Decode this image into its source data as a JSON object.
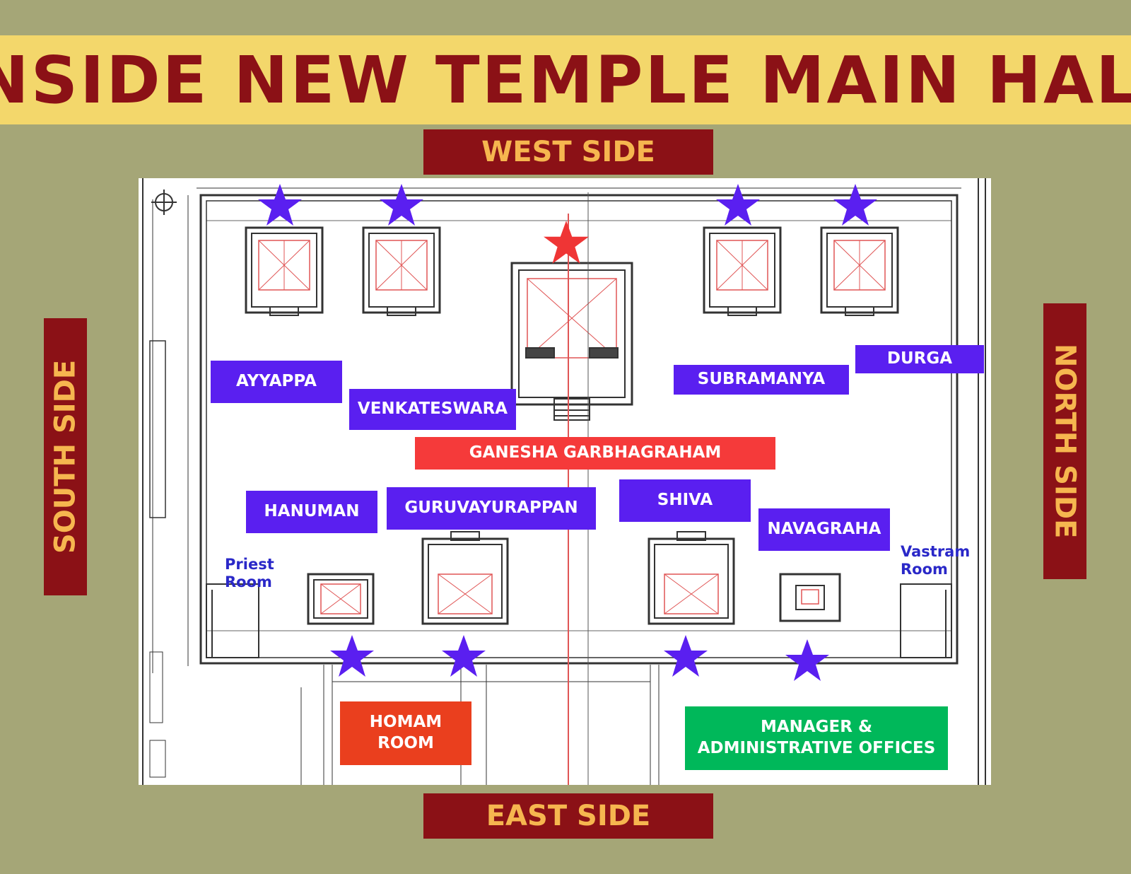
{
  "title": "INSIDE NEW TEMPLE MAIN HALL",
  "sides": {
    "west": "WEST SIDE",
    "east": "EAST SIDE",
    "south": "SOUTH SIDE",
    "north": "NORTH SIDE"
  },
  "shrines": {
    "ayyappa": "AYYAPPA",
    "venkateswara": "VENKATESWARA",
    "subramanya": "SUBRAMANYA",
    "durga": "DURGA",
    "ganesha": "GANESHA GARBHAGRAHAM",
    "hanuman": "HANUMAN",
    "guruvayurappan": "GURUVAYURAPPAN",
    "shiva": "SHIVA",
    "navagraha": "NAVAGRAHA"
  },
  "rooms": {
    "homam": "HOMAM\nROOM",
    "manager": "MANAGER &\nADMINISTRATIVE OFFICES",
    "priest": "Priest\nRoom",
    "vastram": "Vastram\nRoom"
  },
  "colors": {
    "shrine_star": "#5a1ff0",
    "main_star": "#ef3535",
    "label_purple": "#5a1ff0",
    "label_red": "#f53a3a",
    "homam": "#ea3f1e",
    "manager": "#00b85a"
  }
}
